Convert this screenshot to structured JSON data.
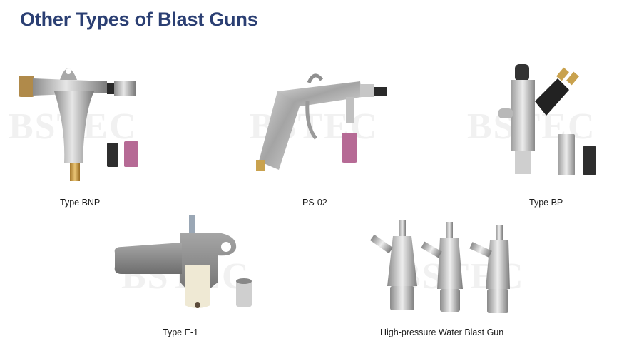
{
  "page": {
    "title": "Other Types of Blast Guns",
    "title_color": "#2b3f73"
  },
  "watermark": "BSTEC",
  "products": [
    {
      "id": "bnp",
      "caption": "Type BNP"
    },
    {
      "id": "ps02",
      "caption": "PS-02"
    },
    {
      "id": "bp",
      "caption": "Type BP"
    },
    {
      "id": "e1",
      "caption": "Type E-1"
    },
    {
      "id": "hpw",
      "caption": "High-pressure Water Blast Gun"
    }
  ]
}
